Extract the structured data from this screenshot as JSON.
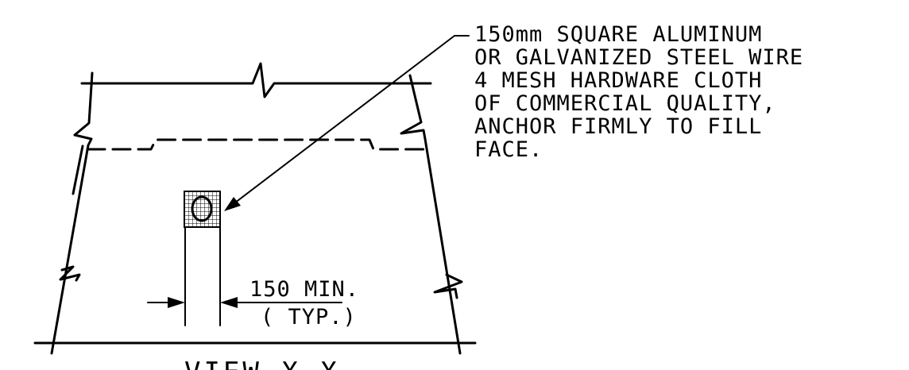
{
  "note": {
    "lines": [
      "150mm SQUARE ALUMINUM",
      "OR GALVANIZED STEEL WIRE",
      "4 MESH HARDWARE CLOTH",
      "OF COMMERCIAL QUALITY,",
      "ANCHOR FIRMLY TO FILL",
      "FACE."
    ]
  },
  "dimension": {
    "value": "150 MIN.",
    "qualifier": "( TYP.)"
  },
  "view_label": "VIEW X-X"
}
